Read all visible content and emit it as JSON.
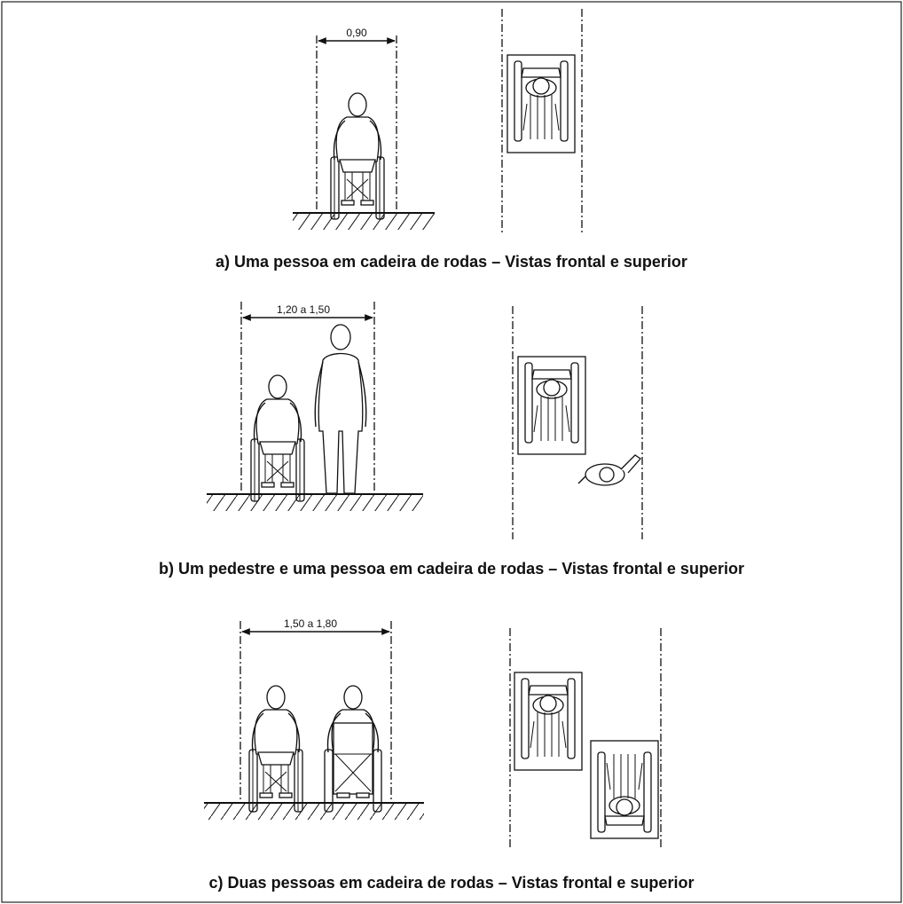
{
  "figures": [
    {
      "id": "a",
      "caption": "a) Uma pessoa em cadeira de rodas – Vistas frontal e superior",
      "dimension": "0,90"
    },
    {
      "id": "b",
      "caption": "b) Um pedestre e uma pessoa em cadeira de rodas – Vistas frontal e superior",
      "dimension": "1,20 a 1,50"
    },
    {
      "id": "c",
      "caption": "c) Duas pessoas em cadeira de rodas – Vistas frontal e superior",
      "dimension": "1,50 a 1,80"
    }
  ]
}
